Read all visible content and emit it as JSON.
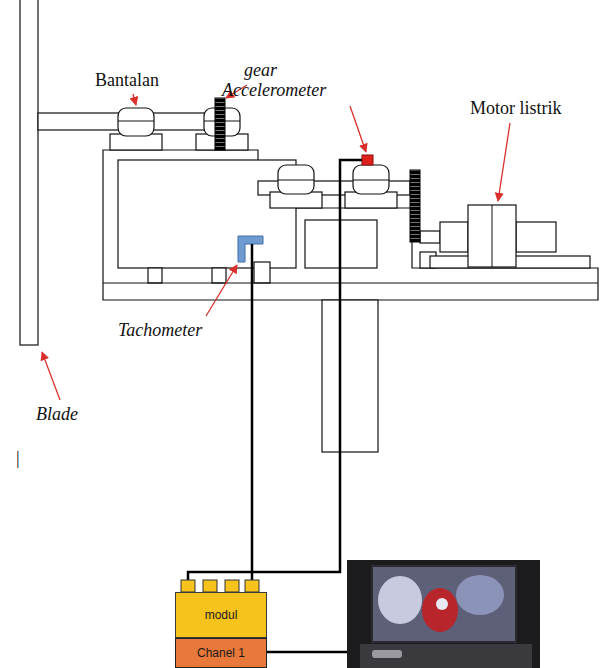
{
  "diagram": {
    "nodes": [
      {
        "text": [
          "modul"
        ]
      },
      {
        "text": [
          "Chanel 1"
        ]
      }
    ],
    "labels": [
      "Bantalan",
      "gear",
      "Accelerometer",
      "Motor listrik",
      "Tachometer",
      "Blade",
      "|"
    ]
  }
}
